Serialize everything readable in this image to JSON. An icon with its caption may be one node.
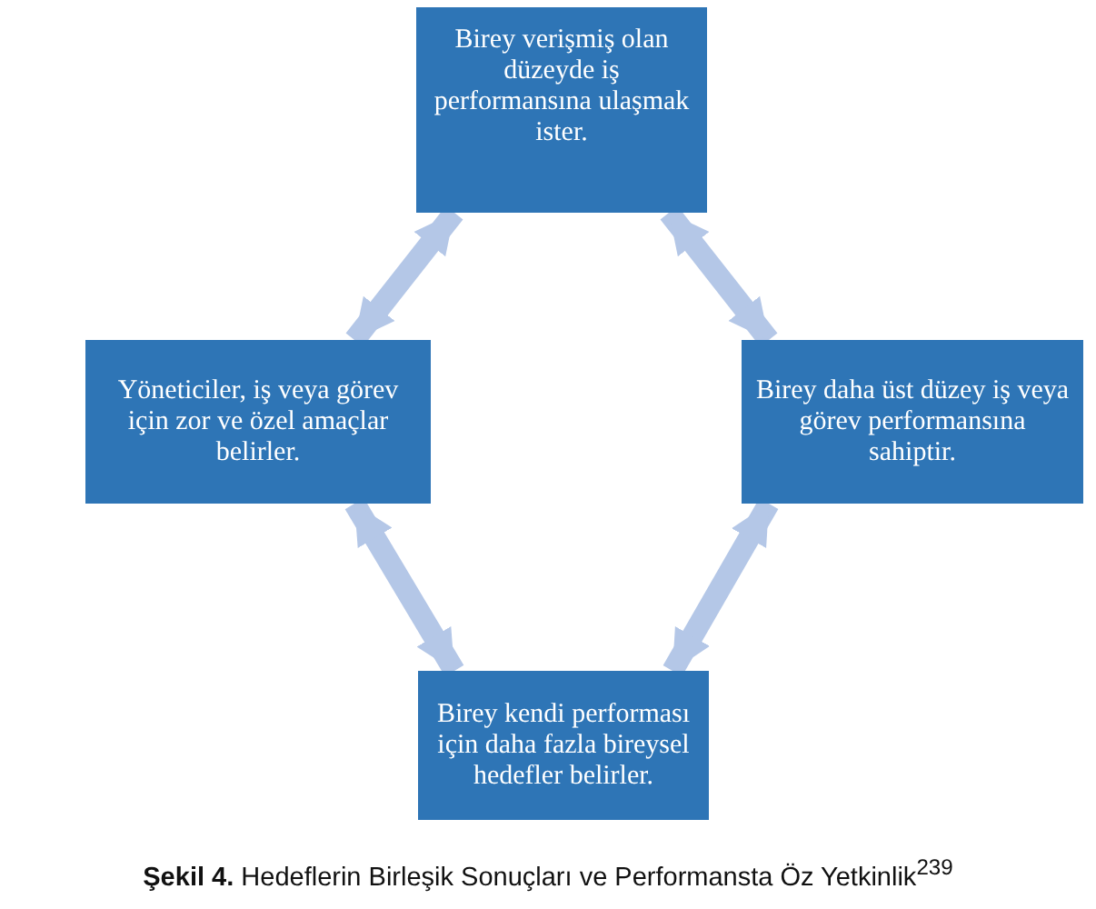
{
  "diagram": {
    "caption": "**Şekil 4.** Hedeflerin Birleşik Sonuçları ve Performansta Öz Yetkinlik$^{239}$",
    "nodes": [
      {
        "text": [
          "Birey verişmiş olan düzeyde iş performansına ulaşmak ister."
        ]
      },
      {
        "text": [
          "Yöneticiler, iş veya görev için zor ve özel amaçlar belirler."
        ]
      },
      {
        "text": [
          "Birey daha üst düzey iş veya görev performansına sahiptir."
        ]
      },
      {
        "text": [
          "Birey kendi performası için daha fazla bireysel hedefler belirler."
        ]
      }
    ],
    "edges": [
      {
        "from": 0,
        "to": 1,
        "arrow": "both"
      },
      {
        "from": 0,
        "to": 2,
        "arrow": "both"
      },
      {
        "from": 1,
        "to": 3,
        "arrow": "both"
      },
      {
        "from": 2,
        "to": 3,
        "arrow": "both"
      }
    ]
  }
}
